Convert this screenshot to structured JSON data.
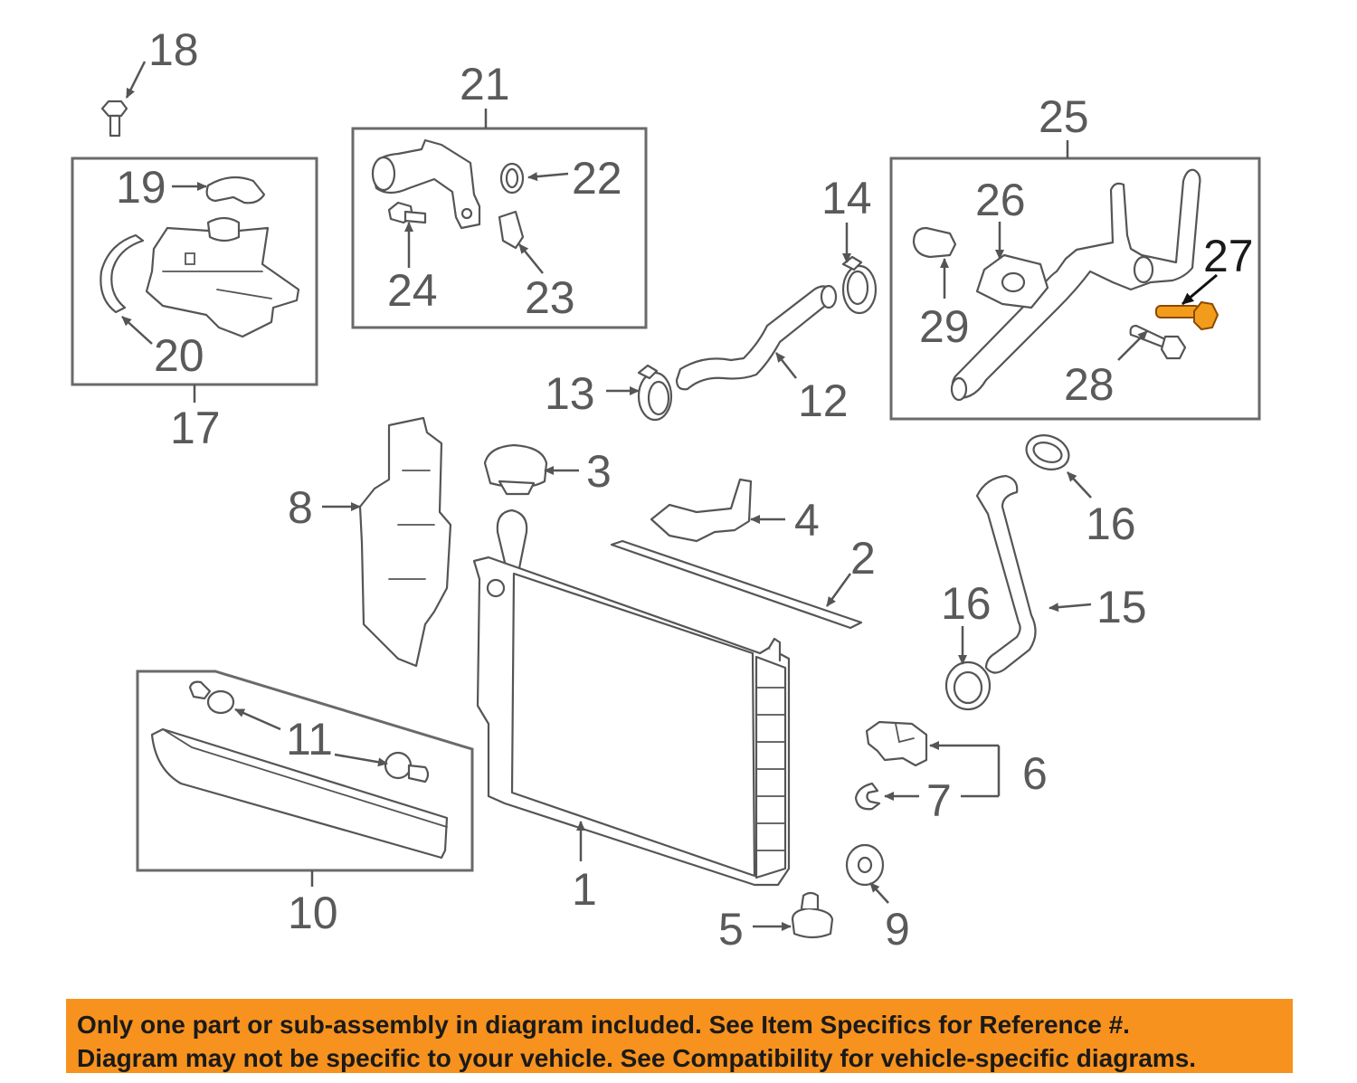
{
  "callouts": {
    "c1": "1",
    "c2": "2",
    "c3": "3",
    "c4": "4",
    "c5": "5",
    "c6": "6",
    "c7": "7",
    "c8": "8",
    "c9": "9",
    "c10": "10",
    "c11": "11",
    "c12": "12",
    "c13": "13",
    "c14": "14",
    "c15": "15",
    "c16a": "16",
    "c16b": "16",
    "c17": "17",
    "c18": "18",
    "c19": "19",
    "c20": "20",
    "c21": "21",
    "c22": "22",
    "c23": "23",
    "c24": "24",
    "c25": "25",
    "c26": "26",
    "c27": "27",
    "c28": "28",
    "c29": "29"
  },
  "highlight": {
    "part": "27",
    "color": "#f39c1b"
  },
  "banner": {
    "line1": "Only one part or sub-assembly in diagram included. See Item Specifics for Reference #.",
    "line2": "Diagram may not be specific to your vehicle. See Compatibility for vehicle-specific diagrams.",
    "color": "#f7921e"
  }
}
